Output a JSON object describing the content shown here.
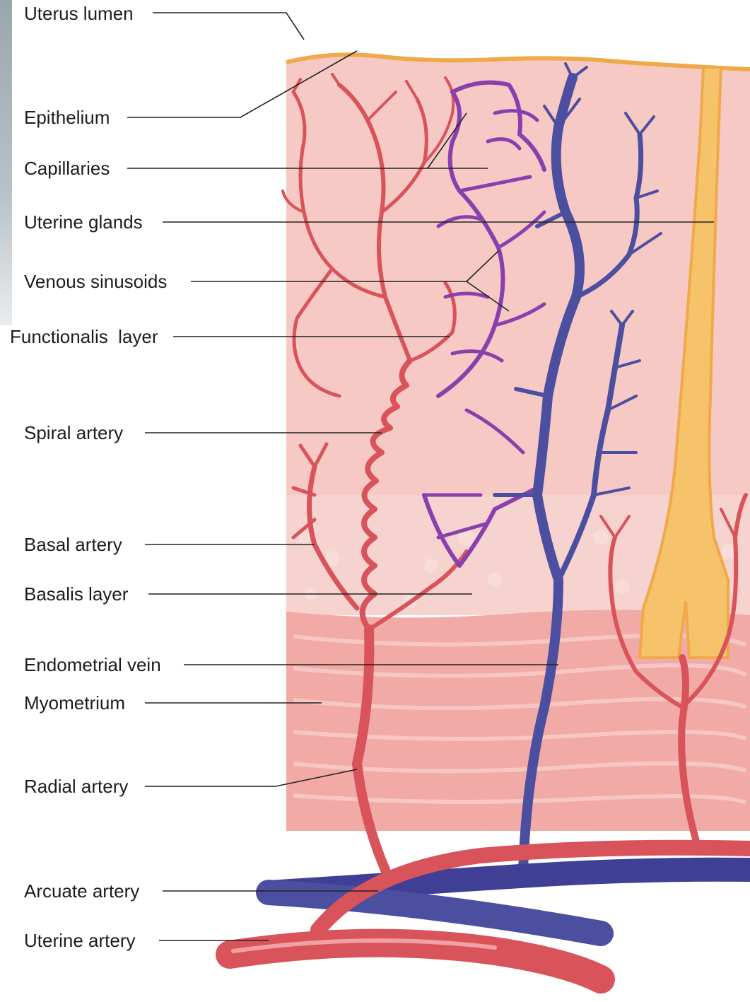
{
  "labels": [
    {
      "id": "uterus-lumen",
      "text": "Uterus lumen"
    },
    {
      "id": "epithelium",
      "text": "Epithelium"
    },
    {
      "id": "capillaries",
      "text": "Capillaries"
    },
    {
      "id": "uterine-glands",
      "text": "Uterine glands"
    },
    {
      "id": "venous-sinusoids",
      "text": "Venous sinusoids"
    },
    {
      "id": "functionalis-layer",
      "text": "Functionalis  layer"
    },
    {
      "id": "spiral-artery",
      "text": "Spiral artery"
    },
    {
      "id": "basal-artery",
      "text": "Basal artery"
    },
    {
      "id": "basalis-layer",
      "text": "Basalis layer"
    },
    {
      "id": "endometrial-vein",
      "text": "Endometrial vein"
    },
    {
      "id": "myometrium",
      "text": "Myometrium"
    },
    {
      "id": "radial-artery",
      "text": "Radial artery"
    },
    {
      "id": "arcuate-artery",
      "text": "Arcuate artery"
    },
    {
      "id": "uterine-artery",
      "text": "Uterine artery"
    }
  ],
  "colors": {
    "functionalis": "#f7c9c5",
    "basalis": "#f6d3cf",
    "myometrium": "#f1aaa6",
    "epithelium": "#f0a94a",
    "gland": "#f6c36a",
    "artery": "#d9535a",
    "vein": "#4c4fa0",
    "sinusoid": "#8a3fae",
    "leader": "#222222"
  }
}
